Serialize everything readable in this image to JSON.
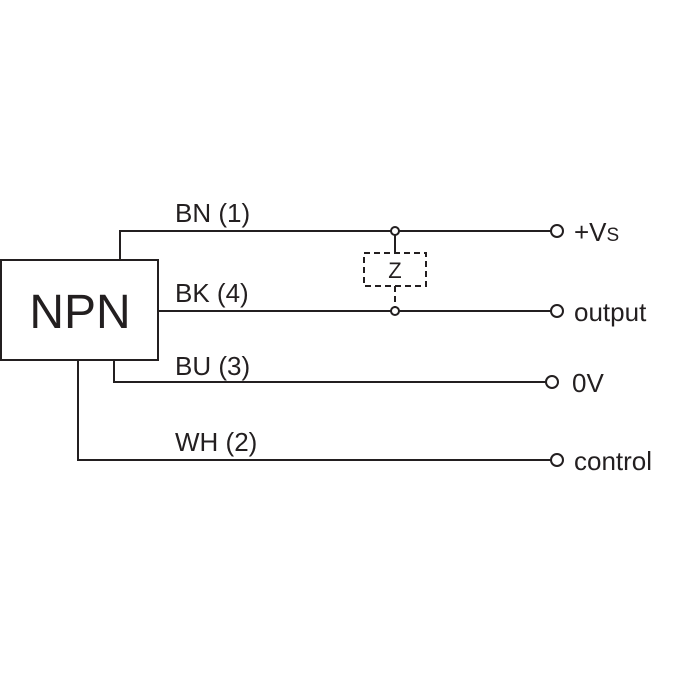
{
  "component": {
    "label": "NPN"
  },
  "load": {
    "label": "Z"
  },
  "wires": [
    {
      "id": "bn",
      "label": "BN (1)",
      "terminal": "+V",
      "terminal_sub": "S"
    },
    {
      "id": "bk",
      "label": "BK (4)",
      "terminal": "output",
      "terminal_sub": ""
    },
    {
      "id": "bu",
      "label": "BU (3)",
      "terminal": "0V",
      "terminal_sub": ""
    },
    {
      "id": "wh",
      "label": "WH (2)",
      "terminal": "control",
      "terminal_sub": ""
    }
  ],
  "colors": {
    "line": "#231f20",
    "background": "#ffffff"
  }
}
